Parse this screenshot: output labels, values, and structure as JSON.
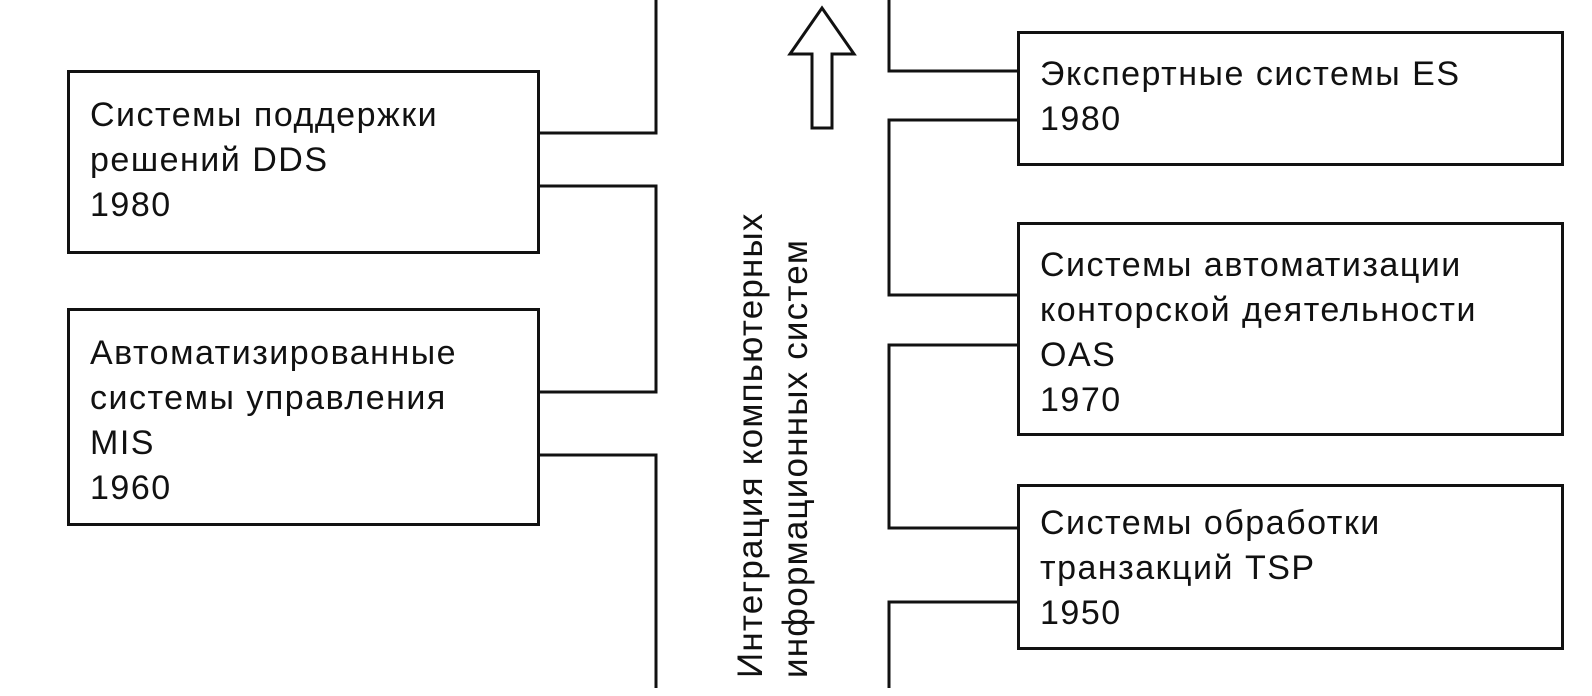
{
  "boxes": {
    "dds": {
      "lines": [
        "Системы поддержки",
        "решений DDS",
        "1980"
      ]
    },
    "mis": {
      "lines": [
        "Автоматизированные",
        "системы управления",
        "MIS",
        "1960"
      ]
    },
    "es": {
      "lines": [
        "Экспертные системы ES",
        "1980"
      ]
    },
    "oas": {
      "lines": [
        "Системы автоматизации",
        "конторской деятельности",
        "OAS",
        "1970"
      ]
    },
    "tsp": {
      "lines": [
        "Системы обработки",
        "транзакций TSP",
        "1950"
      ]
    }
  },
  "caption": {
    "lines": [
      "Интеграция компьютерных",
      "информационных систем"
    ]
  },
  "colors": {
    "stroke": "#111111",
    "background": "#ffffff"
  },
  "icons": {
    "arrow": "arrow-up-icon"
  }
}
